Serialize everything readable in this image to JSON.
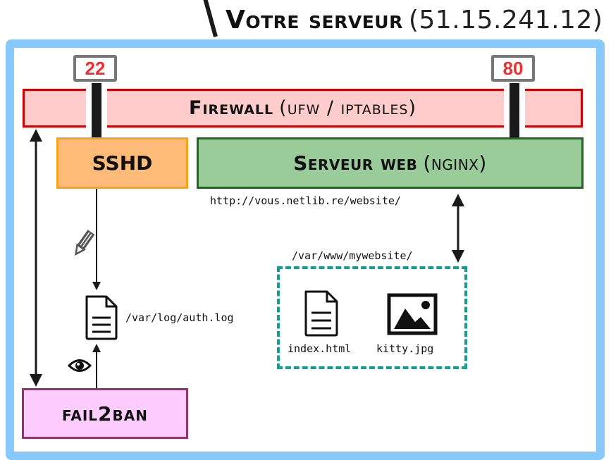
{
  "title": {
    "main": "Votre serveur",
    "ip": "(51.15.241.12)"
  },
  "ports": [
    {
      "number": "22",
      "color": "#f03030"
    },
    {
      "number": "80",
      "color": "#f03030"
    }
  ],
  "firewall": {
    "label": "Firewall",
    "sub": "(ufw / iptables)",
    "fill": "#ffcccc",
    "border": "#cc0000"
  },
  "sshd": {
    "label": "SSHD",
    "fill": "#ffbb77",
    "border": "#ff9f1a"
  },
  "webserver": {
    "label": "Serveur web",
    "sub": "(nginx)",
    "fill": "#99cc99",
    "border": "#1a6b1a",
    "url": "http://vous.netlib.re/website/"
  },
  "auth_log": {
    "path": "/var/log/auth.log",
    "icon": "document-icon"
  },
  "webroot": {
    "path": "/var/www/mywebsite/",
    "border": "#139e93",
    "files": [
      {
        "name": "index.html",
        "icon": "document-icon"
      },
      {
        "name": "kitty.jpg",
        "icon": "image-icon"
      }
    ]
  },
  "fail2ban": {
    "label": "fail2ban",
    "fill": "#ffccff",
    "border": "#993366"
  },
  "annotations": {
    "write_icon": "pencil-icon",
    "read_icon": "eye-icon"
  },
  "frame_color": "#87c9fb"
}
